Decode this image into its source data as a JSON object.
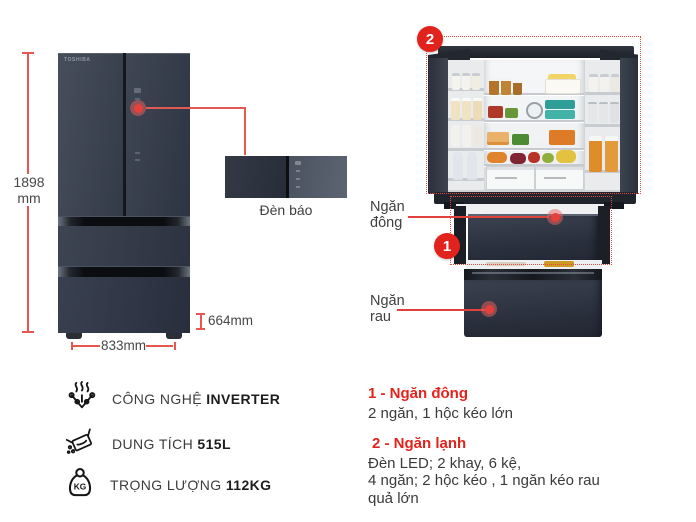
{
  "colors": {
    "accent_red": "#e2231d",
    "dimension_red": "#e7564f",
    "fridge_navy": "#333a48",
    "label_text": "#3f3f3f"
  },
  "left_panel": {
    "brand": "TOSHIBA",
    "height_value": "1898",
    "height_unit": "mm",
    "width_label": "833mm",
    "depth_label": "664mm"
  },
  "inset": {
    "caption": "Đèn báo"
  },
  "right_panel": {
    "badge_fresh": "2",
    "badge_freezer": "1",
    "freezer_label_line1": "Ngăn",
    "freezer_label_line2": "đông",
    "veg_label_line1": "Ngăn",
    "veg_label_line2": "rau"
  },
  "specs": [
    {
      "icon": "inverter-circuit-icon",
      "label": "CÔNG NGHỆ",
      "value": "INVERTER"
    },
    {
      "icon": "capacity-carton-icon",
      "label": "DUNG TÍCH",
      "value": "515L"
    },
    {
      "icon": "weight-kg-icon",
      "label": "TRỌNG LƯỢNG",
      "value": "112KG",
      "icon_text": "KG"
    }
  ],
  "notes": [
    {
      "heading": "1 - Ngăn đông",
      "lines": [
        "2 ngăn, 1 hộc kéo lớn"
      ]
    },
    {
      "heading": "2 - Ngăn lạnh",
      "lines": [
        "Đèn LED; 2 khay, 6 kệ,",
        "4 ngăn; 2 hộc kéo , 1 ngăn kéo rau",
        "quả lớn"
      ]
    }
  ]
}
